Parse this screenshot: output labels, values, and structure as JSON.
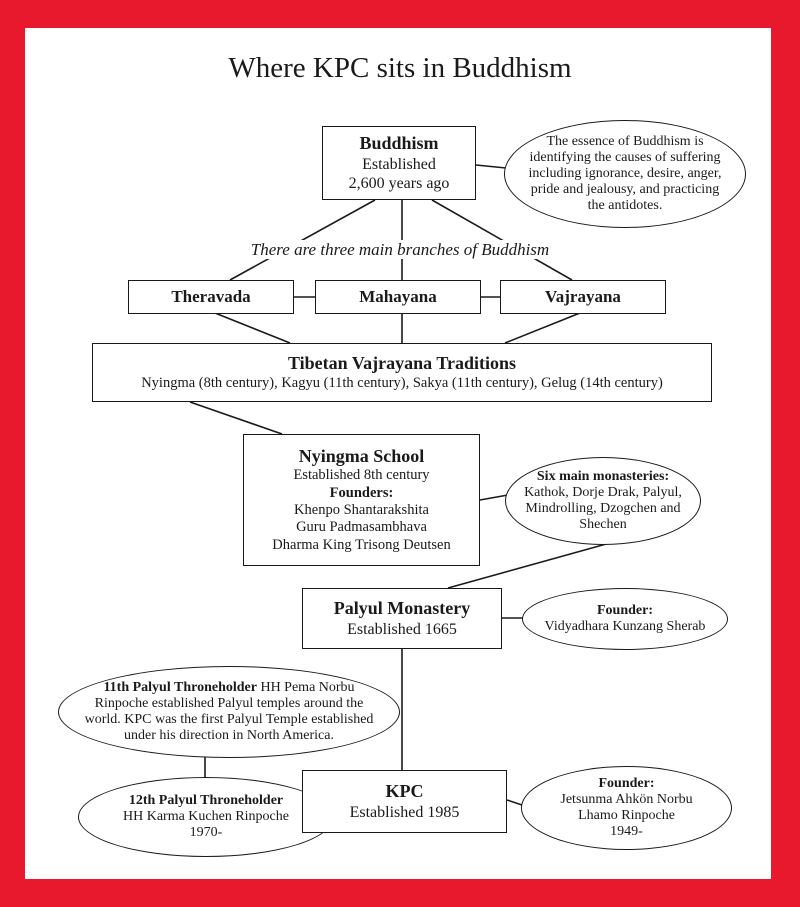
{
  "title": "Where KPC sits in Buddhism",
  "buddhism": {
    "name": "Buddhism",
    "line1": "Established",
    "line2": "2,600 years ago"
  },
  "essence_note": "The essence of Buddhism is identifying the causes of suffering including ignorance, desire, anger, pride and jealousy, and practicing the antidotes.",
  "branches_note": "There are three main branches of Buddhism",
  "branches": [
    "Theravada",
    "Mahayana",
    "Vajrayana"
  ],
  "tibetan": {
    "name": "Tibetan Vajrayana Traditions",
    "traditions": "Nyingma (8th century), Kagyu (11th century), Sakya (11th century), Gelug (14th century)"
  },
  "nyingma": {
    "name": "Nyingma School",
    "established": "Established 8th century",
    "founders_label": "Founders:",
    "founders": [
      "Khenpo Shantarakshita",
      "Guru Padmasambhava",
      "Dharma King Trisong Deutsen"
    ]
  },
  "monasteries": {
    "label": "Six main monasteries:",
    "text": "Kathok, Dorje Drak, Palyul, Mindrolling, Dzogchen and Shechen"
  },
  "palyul": {
    "name": "Palyul Monastery",
    "established": "Established 1665"
  },
  "palyul_founder": {
    "label": "Founder:",
    "name": "Vidyadhara Kunzang Sherab"
  },
  "throneholder11": {
    "label": "11th Palyul Throneholder",
    "text": " HH Pema Norbu Rinpoche established Palyul temples around the world. KPC was the first Palyul Temple established under his direction in North America."
  },
  "throneholder12": {
    "label": "12th Palyul Throneholder",
    "name": "HH Karma Kuchen Rinpoche",
    "year": "1970-"
  },
  "kpc": {
    "name": "KPC",
    "established": "Established 1985"
  },
  "kpc_founder": {
    "label": "Founder:",
    "name1": "Jetsunma Ahkön Norbu",
    "name2": "Lhamo Rinpoche",
    "year": "1949-"
  }
}
